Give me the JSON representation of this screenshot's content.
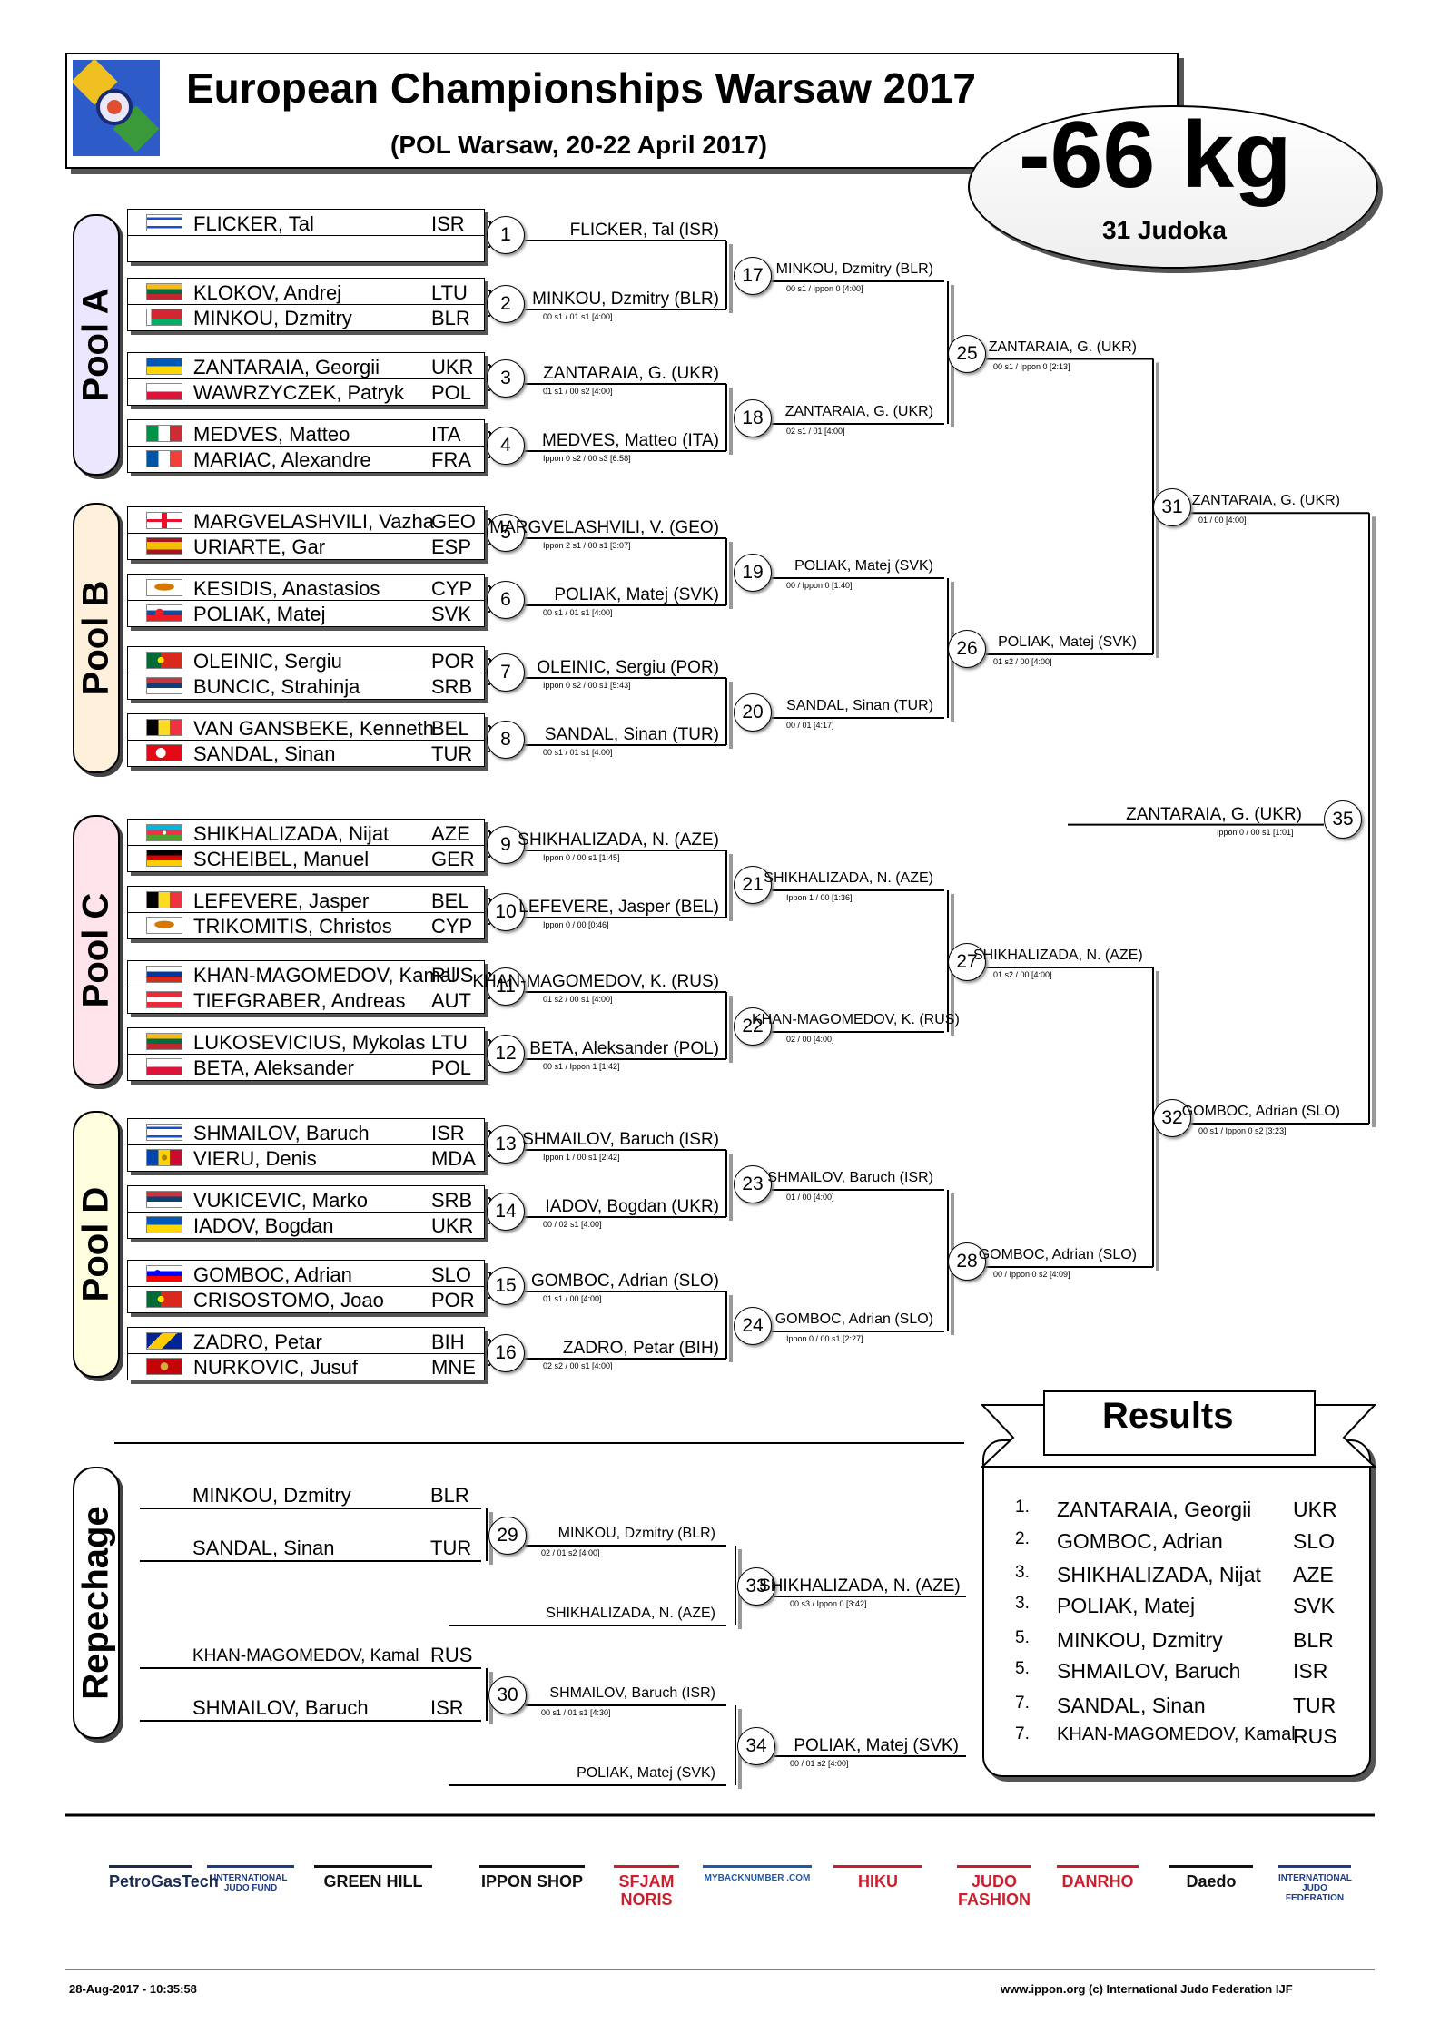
{
  "header": {
    "title": "European Championships Warsaw 2017",
    "subtitle": "(POL Warsaw, 20-22 April 2017)",
    "weight_class": "-66 kg",
    "judoka_count": "31 Judoka"
  },
  "pools": [
    "Pool A",
    "Pool B",
    "Pool C",
    "Pool D"
  ],
  "repechage_label": "Repechage",
  "first_round": [
    {
      "num": "1",
      "a": {
        "name": "FLICKER, Tal",
        "country": "ISR",
        "flag": "isr"
      },
      "b": {
        "name": "",
        "country": "",
        "flag": ""
      },
      "winner": "FLICKER, Tal  (ISR)",
      "score": ""
    },
    {
      "num": "2",
      "a": {
        "name": "KLOKOV, Andrej",
        "country": "LTU",
        "flag": "ltu"
      },
      "b": {
        "name": "MINKOU, Dzmitry",
        "country": "BLR",
        "flag": "blr"
      },
      "winner": "MINKOU, Dzmitry  (BLR)",
      "score": "00 s1 / 01 s1 [4:00]"
    },
    {
      "num": "3",
      "a": {
        "name": "ZANTARAIA, Georgii",
        "country": "UKR",
        "flag": "ukr"
      },
      "b": {
        "name": "WAWRZYCZEK, Patryk",
        "country": "POL",
        "flag": "pol"
      },
      "winner": "ZANTARAIA, G.  (UKR)",
      "score": "01 s1 / 00 s2 [4:00]"
    },
    {
      "num": "4",
      "a": {
        "name": "MEDVES, Matteo",
        "country": "ITA",
        "flag": "ita"
      },
      "b": {
        "name": "MARIAC, Alexandre",
        "country": "FRA",
        "flag": "fra"
      },
      "winner": "MEDVES, Matteo  (ITA)",
      "score": "Ippon 0 s2 / 00 s3 [6:58]"
    },
    {
      "num": "5",
      "a": {
        "name": "MARGVELASHVILI, Vazha",
        "country": "GEO",
        "flag": "geo"
      },
      "b": {
        "name": "URIARTE, Gar",
        "country": "ESP",
        "flag": "esp"
      },
      "winner": "MARGVELASHVILI, V.  (GEO)",
      "score": "Ippon 2 s1 / 00 s1 [3:07]"
    },
    {
      "num": "6",
      "a": {
        "name": "KESIDIS, Anastasios",
        "country": "CYP",
        "flag": "cyp"
      },
      "b": {
        "name": "POLIAK, Matej",
        "country": "SVK",
        "flag": "svk"
      },
      "winner": "POLIAK, Matej  (SVK)",
      "score": "00 s1 / 01 s1 [4:00]"
    },
    {
      "num": "7",
      "a": {
        "name": "OLEINIC, Sergiu",
        "country": "POR",
        "flag": "por"
      },
      "b": {
        "name": "BUNCIC, Strahinja",
        "country": "SRB",
        "flag": "srb"
      },
      "winner": "OLEINIC, Sergiu  (POR)",
      "score": "Ippon 0 s2 / 00 s1 [5:43]"
    },
    {
      "num": "8",
      "a": {
        "name": "VAN GANSBEKE, Kenneth",
        "country": "BEL",
        "flag": "bel"
      },
      "b": {
        "name": "SANDAL, Sinan",
        "country": "TUR",
        "flag": "tur"
      },
      "winner": "SANDAL, Sinan  (TUR)",
      "score": "00 s1 / 01 s1 [4:00]"
    },
    {
      "num": "9",
      "a": {
        "name": "SHIKHALIZADA, Nijat",
        "country": "AZE",
        "flag": "aze"
      },
      "b": {
        "name": "SCHEIBEL, Manuel",
        "country": "GER",
        "flag": "ger"
      },
      "winner": "SHIKHALIZADA, N.  (AZE)",
      "score": "Ippon 0 / 00 s1 [1:45]"
    },
    {
      "num": "10",
      "a": {
        "name": "LEFEVERE, Jasper",
        "country": "BEL",
        "flag": "bel"
      },
      "b": {
        "name": "TRIKOMITIS, Christos",
        "country": "CYP",
        "flag": "cyp"
      },
      "winner": "LEFEVERE, Jasper  (BEL)",
      "score": "Ippon 0 / 00 [0:46]"
    },
    {
      "num": "11",
      "a": {
        "name": "KHAN-MAGOMEDOV, Kamal",
        "country": "RUS",
        "flag": "rus"
      },
      "b": {
        "name": "TIEFGRABER, Andreas",
        "country": "AUT",
        "flag": "aut"
      },
      "winner": "KHAN-MAGOMEDOV, K.  (RUS)",
      "score": "01 s2 / 00 s1 [4:00]"
    },
    {
      "num": "12",
      "a": {
        "name": "LUKOSEVICIUS, Mykolas",
        "country": "LTU",
        "flag": "ltu"
      },
      "b": {
        "name": "BETA, Aleksander",
        "country": "POL",
        "flag": "pol"
      },
      "winner": "BETA, Aleksander  (POL)",
      "score": "00 s1 / Ippon 1 [1:42]"
    },
    {
      "num": "13",
      "a": {
        "name": "SHMAILOV, Baruch",
        "country": "ISR",
        "flag": "isr"
      },
      "b": {
        "name": "VIERU, Denis",
        "country": "MDA",
        "flag": "mda"
      },
      "winner": "SHMAILOV, Baruch  (ISR)",
      "score": "Ippon 1 / 00 s1 [2:42]"
    },
    {
      "num": "14",
      "a": {
        "name": "VUKICEVIC, Marko",
        "country": "SRB",
        "flag": "srb"
      },
      "b": {
        "name": "IADOV, Bogdan",
        "country": "UKR",
        "flag": "ukr"
      },
      "winner": "IADOV, Bogdan  (UKR)",
      "score": "00 / 02 s1 [4:00]"
    },
    {
      "num": "15",
      "a": {
        "name": "GOMBOC, Adrian",
        "country": "SLO",
        "flag": "slo"
      },
      "b": {
        "name": "CRISOSTOMO, Joao",
        "country": "POR",
        "flag": "por"
      },
      "winner": "GOMBOC, Adrian  (SLO)",
      "score": "01 s1 / 00 [4:00]"
    },
    {
      "num": "16",
      "a": {
        "name": "ZADRO, Petar",
        "country": "BIH",
        "flag": "bih"
      },
      "b": {
        "name": "NURKOVIC, Jusuf",
        "country": "MNE",
        "flag": "mne"
      },
      "winner": "ZADRO, Petar  (BIH)",
      "score": "02 s2 / 00 s1 [4:00]"
    }
  ],
  "round2": [
    {
      "num": "17",
      "winner": "MINKOU, Dzmitry  (BLR)",
      "score": "00 s1 / Ippon 0 [4:00]"
    },
    {
      "num": "18",
      "winner": "ZANTARAIA, G.  (UKR)",
      "score": "02 s1 / 01 [4:00]"
    },
    {
      "num": "19",
      "winner": "POLIAK, Matej  (SVK)",
      "score": "00 / Ippon 0 [1:40]"
    },
    {
      "num": "20",
      "winner": "SANDAL, Sinan  (TUR)",
      "score": "00 / 01 [4:17]"
    },
    {
      "num": "21",
      "winner": "SHIKHALIZADA, N.  (AZE)",
      "score": "Ippon 1 / 00 [1:36]"
    },
    {
      "num": "22",
      "winner": "KHAN-MAGOMEDOV, K.  (RUS)",
      "score": "02 / 00 [4:00]"
    },
    {
      "num": "23",
      "winner": "SHMAILOV, Baruch  (ISR)",
      "score": "01 / 00 [4:00]"
    },
    {
      "num": "24",
      "winner": "GOMBOC, Adrian  (SLO)",
      "score": "Ippon 0 / 00 s1 [2:27]"
    }
  ],
  "round3": [
    {
      "num": "25",
      "winner": "ZANTARAIA, G.  (UKR)",
      "score": "00 s1 / Ippon 0 [2:13]"
    },
    {
      "num": "26",
      "winner": "POLIAK, Matej  (SVK)",
      "score": "01 s2 / 00 [4:00]"
    },
    {
      "num": "27",
      "winner": "SHIKHALIZADA, N.  (AZE)",
      "score": "01 s2 / 00 [4:00]"
    },
    {
      "num": "28",
      "winner": "GOMBOC, Adrian  (SLO)",
      "score": "00 / Ippon 0 s2 [4:09]"
    }
  ],
  "semis": [
    {
      "num": "31",
      "winner": "ZANTARAIA, G.  (UKR)",
      "score": "01 / 00 [4:00]"
    },
    {
      "num": "32",
      "winner": "GOMBOC, Adrian  (SLO)",
      "score": "00 s1 / Ippon 0 s2 [3:23]"
    }
  ],
  "final": {
    "num": "35",
    "winner": "ZANTARAIA, G.  (UKR)",
    "score": "Ippon 0 / 00 s1 [1:01]"
  },
  "repechage": [
    {
      "num": "29",
      "a": {
        "name": "MINKOU, Dzmitry",
        "country": "BLR"
      },
      "b": {
        "name": "SANDAL, Sinan",
        "country": "TUR"
      },
      "winner": "MINKOU, Dzmitry  (BLR)",
      "score": "02 / 01 s2 [4:00]"
    },
    {
      "num": "30",
      "a": {
        "name": "KHAN-MAGOMEDOV, Kamal",
        "country": "RUS"
      },
      "b": {
        "name": "SHMAILOV, Baruch",
        "country": "ISR"
      },
      "winner": "SHMAILOV, Baruch  (ISR)",
      "score": "00 s1 / 01 s1 [4:30]"
    }
  ],
  "bronze": [
    {
      "num": "33",
      "opponent": "SHIKHALIZADA, N.  (AZE)",
      "winner": "SHIKHALIZADA, N.  (AZE)",
      "score": "00 s3 / Ippon 0 [3:42]"
    },
    {
      "num": "34",
      "opponent": "POLIAK, Matej  (SVK)",
      "winner": "POLIAK, Matej  (SVK)",
      "score": "00 / 01 s2 [4:00]"
    }
  ],
  "results": {
    "title": "Results",
    "rows": [
      {
        "rank": "1.",
        "name": "ZANTARAIA, Georgii",
        "country": "UKR"
      },
      {
        "rank": "2.",
        "name": "GOMBOC, Adrian",
        "country": "SLO"
      },
      {
        "rank": "3.",
        "name": "SHIKHALIZADA, Nijat",
        "country": "AZE"
      },
      {
        "rank": "3.",
        "name": "POLIAK, Matej",
        "country": "SVK"
      },
      {
        "rank": "5.",
        "name": "MINKOU, Dzmitry",
        "country": "BLR"
      },
      {
        "rank": "5.",
        "name": "SHMAILOV, Baruch",
        "country": "ISR"
      },
      {
        "rank": "7.",
        "name": "SANDAL, Sinan",
        "country": "TUR"
      },
      {
        "rank": "7.",
        "name": "KHAN-MAGOMEDOV, Kamal",
        "country": "RUS"
      }
    ]
  },
  "sponsors": [
    {
      "name": "PetroGasTech",
      "color": "#1a2a55"
    },
    {
      "name": "INTERNATIONAL JUDO FUND",
      "color": "#1a3c8a"
    },
    {
      "name": "GREEN HILL",
      "color": "#111111"
    },
    {
      "name": "IPPON SHOP",
      "color": "#111111"
    },
    {
      "name": "SFJAM NORIS",
      "color": "#cc1f2d"
    },
    {
      "name": "MYBACKNUMBER .COM",
      "color": "#1e5aa8"
    },
    {
      "name": "HIKU",
      "color": "#cc1f2d"
    },
    {
      "name": "JUDO FASHION",
      "color": "#cc1f2d"
    },
    {
      "name": "DANRHO",
      "color": "#cc1f2d"
    },
    {
      "name": "Daedo",
      "color": "#111111"
    },
    {
      "name": "INTERNATIONAL JUDO FEDERATION",
      "color": "#1a3c8a"
    }
  ],
  "footer": {
    "timestamp": "28-Aug-2017 - 10:35:58",
    "credit": "www.ippon.org  (c) International Judo Federation IJF"
  },
  "colors": {
    "pool_a": "#ede6ff",
    "pool_b": "#fff0dc",
    "pool_c": "#ffe4ec",
    "pool_d": "#ffffe0",
    "repechage": "#ffffff"
  }
}
